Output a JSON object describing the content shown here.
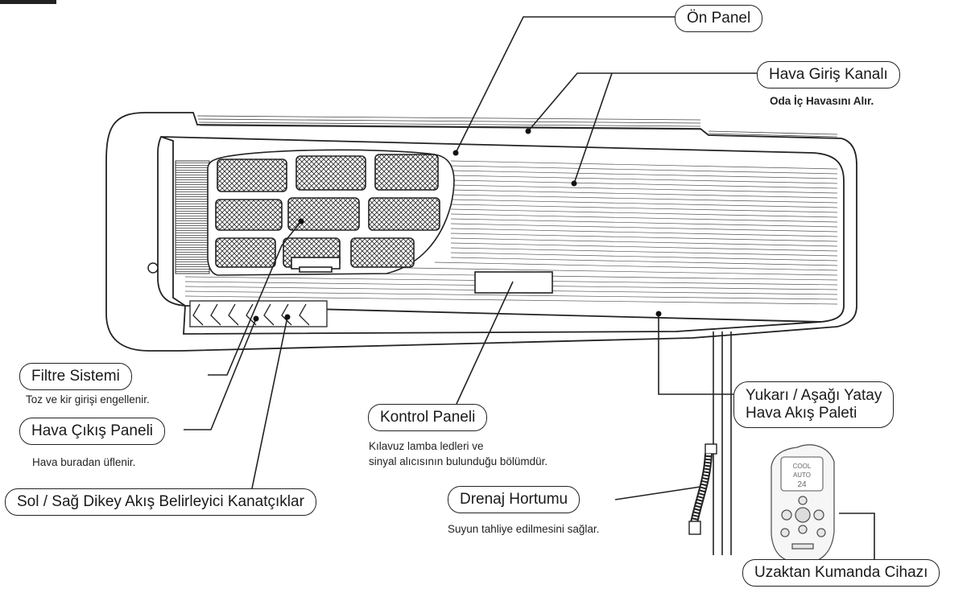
{
  "labels": {
    "on_panel": "Ön Panel",
    "hava_giris": "Hava Giriş Kanalı",
    "hava_giris_note": "Oda İç Havasını Alır.",
    "filtre": "Filtre Sistemi",
    "filtre_note": "Toz ve kir girişi engellenir.",
    "hava_cikis": "Hava Çıkış Paneli",
    "hava_cikis_note": "Hava buradan üflenir.",
    "kontrol": "Kontrol Paneli",
    "kontrol_note_1": "Kılavuz lamba ledleri ve",
    "kontrol_note_2": "sinyal alıcısının bulunduğu bölümdür.",
    "kanatcik": "Sol / Sağ  Dikey Akış Belirleyici Kanatçıklar",
    "drenaj": "Drenaj Hortumu",
    "drenaj_note": "Suyun tahliye edilmesini sağlar.",
    "palet_1": "Yukarı / Aşağı Yatay",
    "palet_2": "Hava Akış Paleti",
    "kumanda": "Uzaktan Kumanda Cihazı"
  },
  "remote_display": {
    "line1": "COOL",
    "line2": "AUTO",
    "line3": "24"
  }
}
